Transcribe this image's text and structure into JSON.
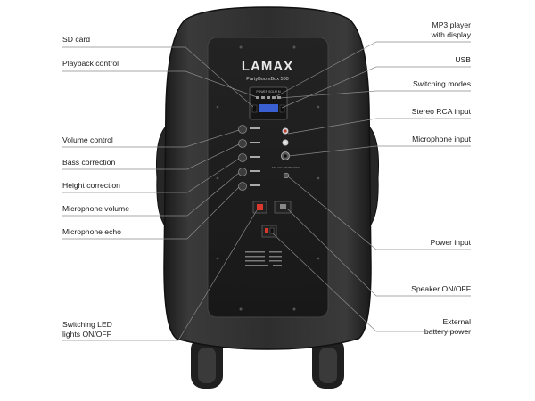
{
  "product": {
    "brand": "LAMAX",
    "model": "PartyBoomBox 500",
    "panel_mode_label": "POWER  SOLM  M",
    "mic_volume_label": "MIC VOLUME/PRIORITY"
  },
  "left_callouts": [
    {
      "name": "sd-card-label",
      "text": "SD card"
    },
    {
      "name": "playback-control-label",
      "text": "Playback control"
    },
    {
      "name": "volume-control-label",
      "text": "Volume control"
    },
    {
      "name": "bass-correction-label",
      "text": "Bass correction"
    },
    {
      "name": "height-correction-label",
      "text": "Height correction"
    },
    {
      "name": "microphone-volume-label",
      "text": "Microphone volume"
    },
    {
      "name": "microphone-echo-label",
      "text": "Microphone echo"
    },
    {
      "name": "switching-led-label",
      "line1": "Switching LED",
      "line2": "lights ON/OFF"
    }
  ],
  "right_callouts": [
    {
      "name": "mp3-player-label",
      "line1": "MP3 player",
      "line2": "with display"
    },
    {
      "name": "usb-label",
      "text": "USB"
    },
    {
      "name": "switching-modes-label",
      "text": "Switching modes"
    },
    {
      "name": "stereo-rca-label",
      "text": "Stereo RCA input"
    },
    {
      "name": "microphone-input-label",
      "text": "Microphone input"
    },
    {
      "name": "power-input-label",
      "text": "Power input"
    },
    {
      "name": "speaker-onoff-label",
      "text": "Speaker ON/OFF"
    },
    {
      "name": "external-battery-label",
      "line1": "External",
      "line2": "battery power"
    }
  ],
  "colors": {
    "body": "#2b2b2b",
    "panel": "#1e1e1e",
    "leader_lines": "#8a8a8a",
    "led_switch": "#d9382e",
    "text": "#1a1a1a"
  }
}
